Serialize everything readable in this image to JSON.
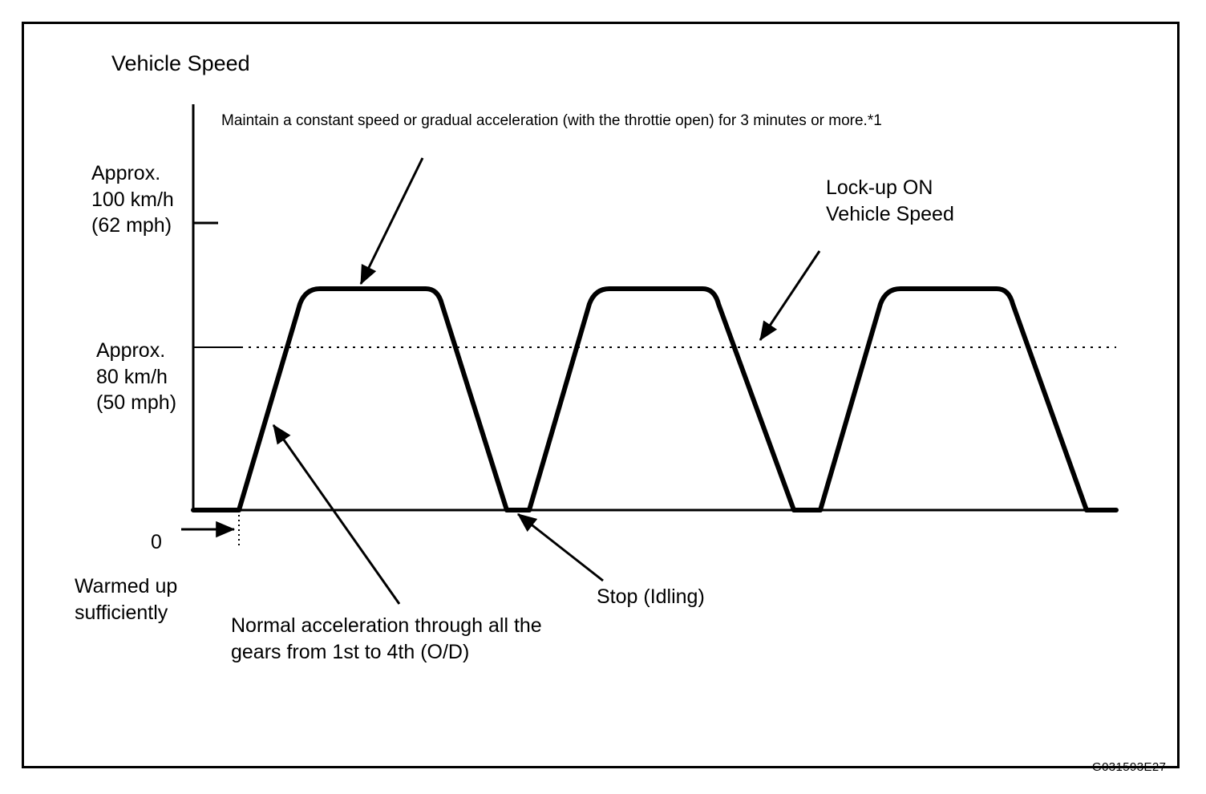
{
  "figure": {
    "id_code": "G031593E27",
    "title": "Vehicle Speed",
    "note_top": "Maintain a constant speed or gradual acceleration (with the throttie open) for 3 minutes or more.*1"
  },
  "axis": {
    "y_label_100": "Approx.\n100 km/h\n(62 mph)",
    "y_label_80": "Approx.\n80 km/h\n(50 mph)",
    "origin_label": "0",
    "origin_note": "Warmed up\nsufficiently"
  },
  "annotations": {
    "lockup_on": "Lock-up ON\nVehicle Speed",
    "normal_acceleration": "Normal acceleration through all the\ngears from 1st to 4th (O/D)",
    "stop_idling": "Stop (Idling)"
  },
  "chart_data": {
    "type": "line",
    "title": "Vehicle Speed",
    "xlabel": "",
    "ylabel": "Vehicle Speed",
    "ylim": [
      0,
      115
    ],
    "grid": false,
    "legend": "none",
    "y_ticks": [
      {
        "value": 100,
        "label": "Approx. 100 km/h (62 mph)",
        "style": "tick"
      },
      {
        "value": 80,
        "label": "Approx. 80 km/h (50 mph)",
        "style": "dotted-gridline"
      },
      {
        "value": 0,
        "label": "0",
        "style": "baseline"
      }
    ],
    "series": [
      {
        "name": "Vehicle Speed",
        "points": [
          {
            "x": 0,
            "y": 0
          },
          {
            "x": 12,
            "y": 0
          },
          {
            "x": 19,
            "y": 92
          },
          {
            "x": 27,
            "y": 97
          },
          {
            "x": 41,
            "y": 97
          },
          {
            "x": 48,
            "y": 92
          },
          {
            "x": 56,
            "y": 0
          },
          {
            "x": 62,
            "y": 0
          },
          {
            "x": 70,
            "y": 92
          },
          {
            "x": 78,
            "y": 97
          },
          {
            "x": 91,
            "y": 97
          },
          {
            "x": 98,
            "y": 92
          },
          {
            "x": 107,
            "y": 0
          },
          {
            "x": 110,
            "y": 0
          },
          {
            "x": 118,
            "y": 92
          },
          {
            "x": 126,
            "y": 97
          },
          {
            "x": 139,
            "y": 97
          },
          {
            "x": 146,
            "y": 92
          },
          {
            "x": 155,
            "y": 0
          }
        ]
      }
    ],
    "annotation_callouts": [
      {
        "text": "Maintain a constant speed or gradual acceleration (with the throttie open) for 3 minutes or more.*1",
        "target": "plateau-1"
      },
      {
        "text": "Lock-up ON Vehicle Speed",
        "target": "approx-80-kmh-crossing"
      },
      {
        "text": "Normal acceleration through all the gears from 1st to 4th (O/D)",
        "target": "rising-edge-1"
      },
      {
        "text": "Stop (Idling)",
        "target": "baseline-between-cycle-1-and-2"
      },
      {
        "text": "0",
        "target": "origin"
      }
    ]
  }
}
